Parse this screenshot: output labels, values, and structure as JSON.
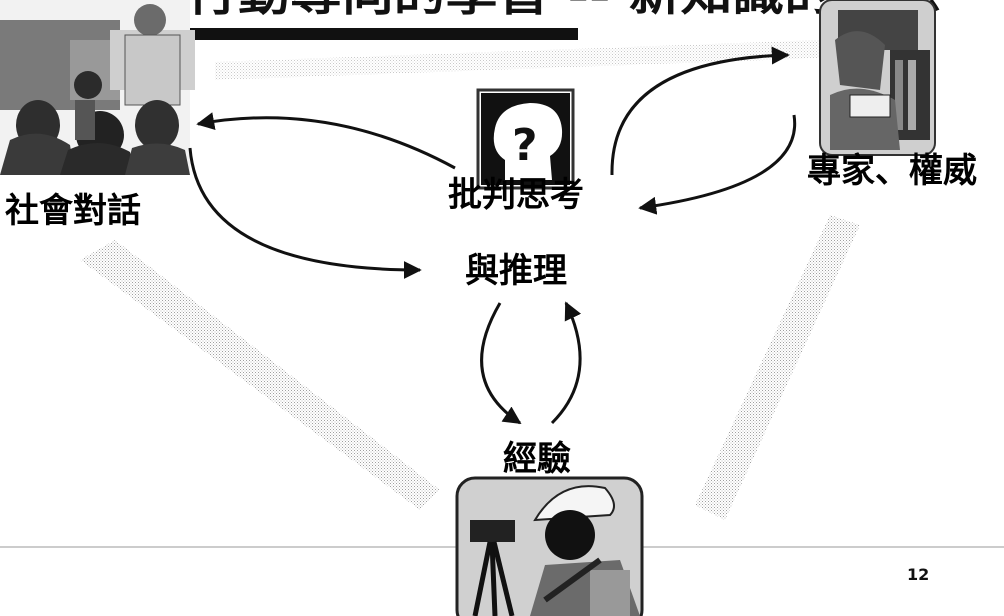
{
  "slide": {
    "title": "Why行動導向的學習 -- 新知識的來源",
    "page_number": "12"
  },
  "nodes": {
    "center": {
      "label_line1": "批判思考",
      "label_line2": "與推理",
      "icon": "question-head-icon"
    },
    "left": {
      "label": "社會對話",
      "icon": "classroom-audience-icon"
    },
    "right": {
      "label": "專家、權威",
      "icon": "expert-reading-icon"
    },
    "bottom": {
      "label": "經驗",
      "icon": "surveyor-worker-icon"
    }
  }
}
